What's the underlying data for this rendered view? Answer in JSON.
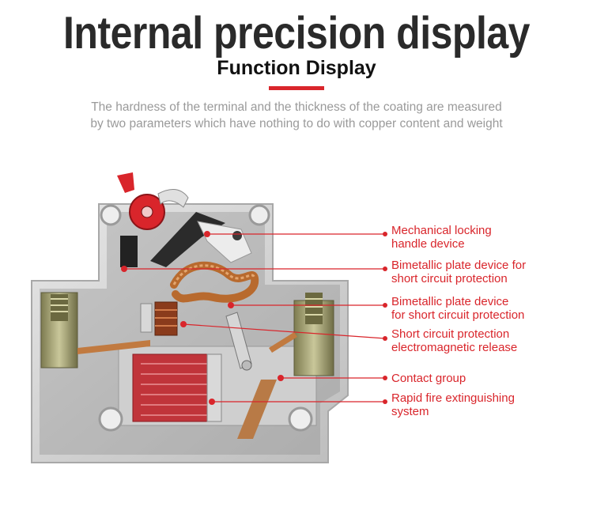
{
  "header": {
    "title": "Internal precision display",
    "subtitle": "Function Display",
    "description_line1": "The hardness of the terminal and the thickness of the coating are measured",
    "description_line2": "by two parameters which have nothing to do with copper content and weight"
  },
  "callouts": [
    {
      "line1": "Mechanical locking",
      "line2": "handle device"
    },
    {
      "line1": "Bimetallic plate device for",
      "line2": "short circuit protection"
    },
    {
      "line1": "Bimetallic plate device",
      "line2": "for short circuit protection"
    },
    {
      "line1": "Short circuit protection",
      "line2": "electromagnetic release"
    },
    {
      "line1": "Contact group",
      "line2": ""
    },
    {
      "line1": "Rapid fire extinguishing",
      "line2": "system"
    }
  ],
  "colors": {
    "accent": "#d9252b",
    "title": "#2a2a2a",
    "description": "#9a9a9a",
    "housing": "#d4d4d4",
    "arc_chute": "#c0343a",
    "copper": "#b86a2e",
    "terminal_brass": "#9c9a6a"
  }
}
